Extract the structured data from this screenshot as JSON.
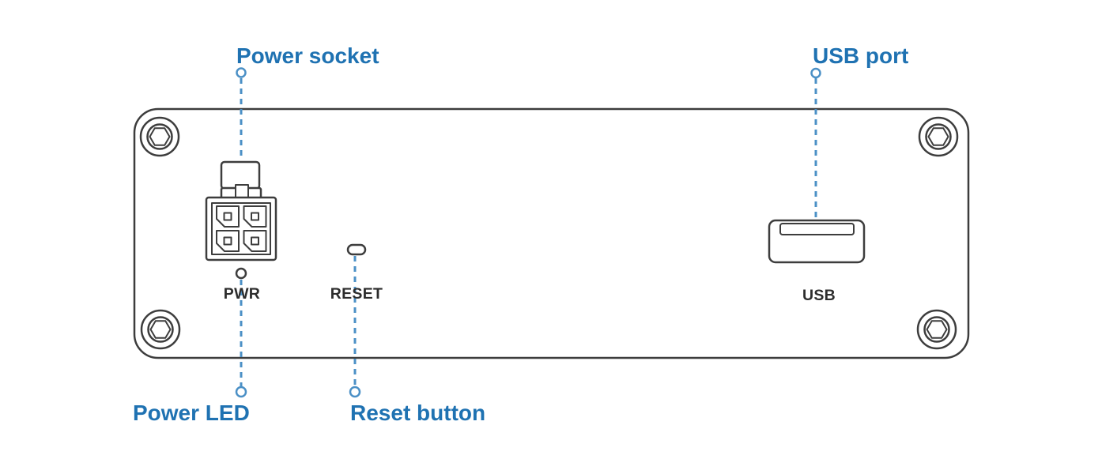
{
  "diagram": {
    "description": "Device rear panel diagram",
    "callouts": {
      "power_socket": "Power socket",
      "usb_port": "USB port",
      "power_led": "Power LED",
      "reset_button": "Reset button"
    },
    "panel_labels": {
      "pwr": "PWR",
      "reset": "RESET",
      "usb": "USB"
    },
    "colors": {
      "callout_text": "#1f72b2",
      "leader_line": "#4b90c6",
      "device_outline": "#3d3d3d",
      "panel_label_text": "#2d2d2d",
      "background": "#ffffff"
    }
  }
}
